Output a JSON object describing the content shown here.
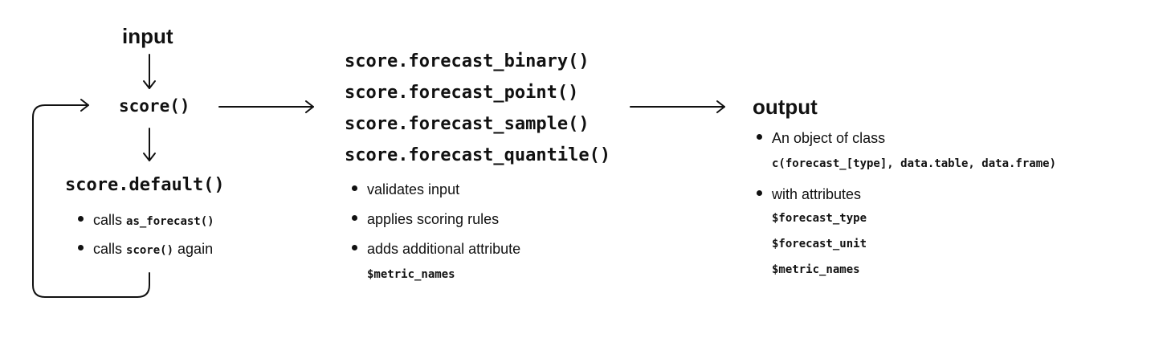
{
  "input_label": "input",
  "score_fn": "score()",
  "default_block": {
    "title": "score.default()",
    "bullets": [
      {
        "prefix": "calls ",
        "code": "as_forecast()",
        "suffix": ""
      },
      {
        "prefix": "calls ",
        "code": "score()",
        "suffix": " again"
      }
    ]
  },
  "methods_block": {
    "methods": [
      "score.forecast_binary()",
      "score.forecast_point()",
      "score.forecast_sample()",
      "score.forecast_quantile()"
    ],
    "bullets": [
      "validates input",
      "applies scoring rules",
      "adds additional attribute"
    ],
    "attribute": "$metric_names"
  },
  "output_block": {
    "title": "output",
    "bullet_class": "An object of class",
    "class_code": "c(forecast_[type], data.table, data.frame)",
    "bullet_attrs": "with attributes",
    "attrs": [
      "$forecast_type",
      "$forecast_unit",
      "$metric_names"
    ]
  }
}
